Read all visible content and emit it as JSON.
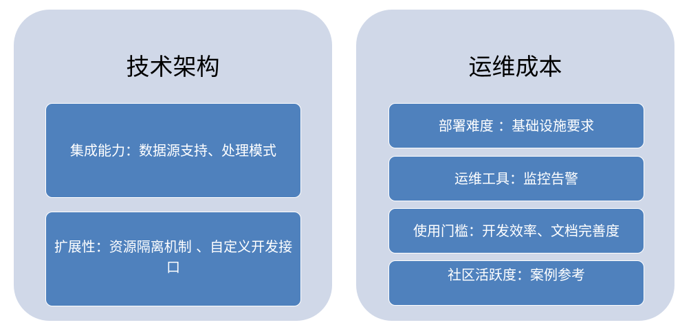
{
  "panels": [
    {
      "title": "技术架构",
      "items": [
        "集成能力：数据源支持、处理模式",
        "扩展性：资源隔离机制 、自定义开发接口"
      ]
    },
    {
      "title": "运维成本",
      "items": [
        "部署难度 ：基础设施要求",
        "运维工具：监控告警",
        "使用门槛：开发效率、文档完善度",
        "社区活跃度：案例参考"
      ]
    }
  ],
  "colors": {
    "panel": "#d0d8e8",
    "box": "#4f81bd",
    "text": "#ffffff"
  }
}
